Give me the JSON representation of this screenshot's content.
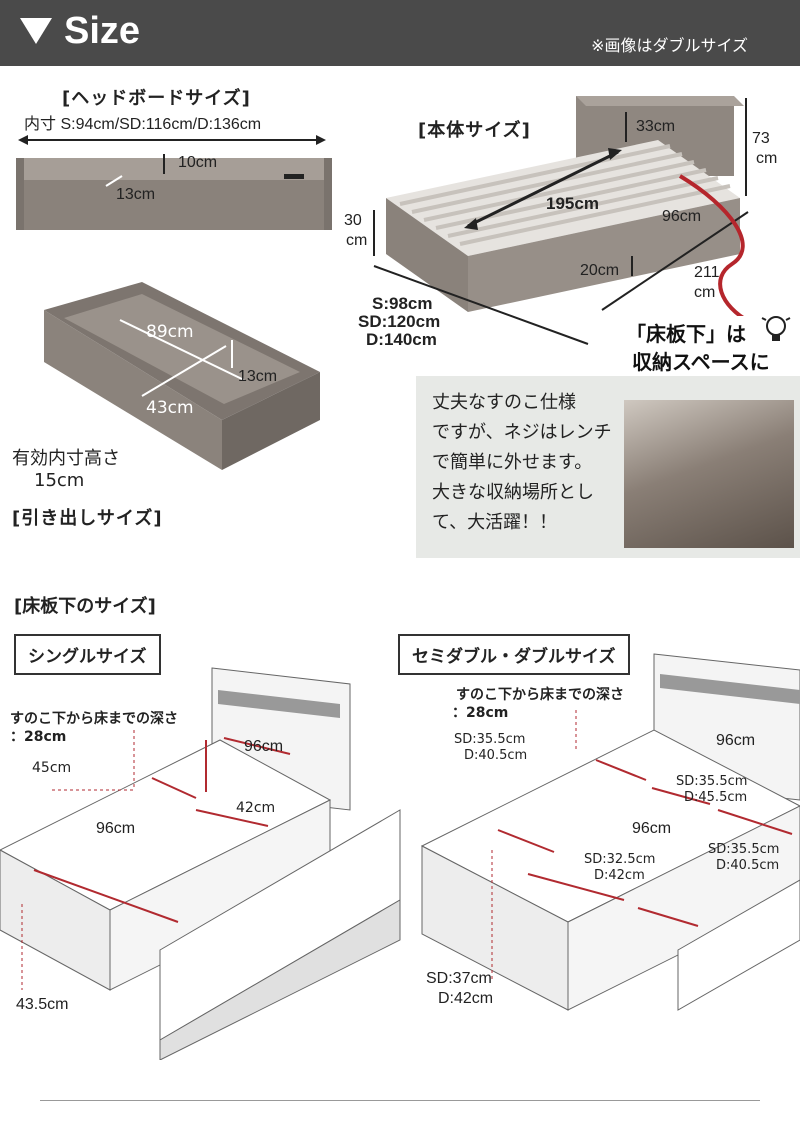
{
  "header": {
    "title": "Size",
    "note": "※画像はダブルサイズ"
  },
  "headboard": {
    "title": "[ヘッドボードサイズ]",
    "inner": "内寸 S:94cm/SD:116cm/D:136cm",
    "height": "10cm",
    "depth": "13cm"
  },
  "body_size": {
    "title": "[本体サイズ]",
    "head_height": "33cm",
    "total_height_value": "73",
    "total_height_unit": "cm",
    "length": "195cm",
    "width": "96cm",
    "frame_height_value": "30",
    "frame_height_unit": "cm",
    "drawer_height": "20cm",
    "total_length_value": "211",
    "total_length_unit": "cm",
    "widths": [
      "S:98cm",
      "SD:120cm",
      "D:140cm"
    ]
  },
  "storage_callout": {
    "headline_line1": "「床板下」は",
    "headline_line2": "収納スペースに",
    "body": [
      "丈夫なすのこ仕様",
      "ですが、ネジはレンチ",
      "で簡単に外せます。",
      "大きな収納場所とし",
      "て、大活躍！！"
    ]
  },
  "drawer": {
    "width": "89cm",
    "height": "13cm",
    "depth": "43cm",
    "effective_label": "有効内寸高さ",
    "effective_value": "15cm",
    "title": "[引き出しサイズ]"
  },
  "under_floor": {
    "title": "[床板下のサイズ]",
    "single": {
      "tab": "シングルサイズ",
      "depth_label": "すのこ下から床までの深さ",
      "depth_value": "：28cm",
      "d96_top": "96cm",
      "d45": "45cm",
      "d42": "42cm",
      "d96_mid": "96cm",
      "d43_5": "43.5cm"
    },
    "double": {
      "tab": "セミダブル・ダブルサイズ",
      "depth_label": "すのこ下から床までの深さ",
      "depth_value": "：28cm",
      "sd_left_1": "SD:35.5cm",
      "sd_left_2": "D:40.5cm",
      "d96_top": "96cm",
      "sd_right_1": "SD:35.5cm",
      "sd_right_2": "D:45.5cm",
      "d96_mid": "96cm",
      "sd_mid_1": "SD:32.5cm",
      "sd_mid_2": "D:42cm",
      "sd_far_1": "SD:35.5cm",
      "sd_far_2": "D:40.5cm",
      "sd_bottom_1": "SD:37cm",
      "sd_bottom_2": "D:42cm"
    }
  }
}
